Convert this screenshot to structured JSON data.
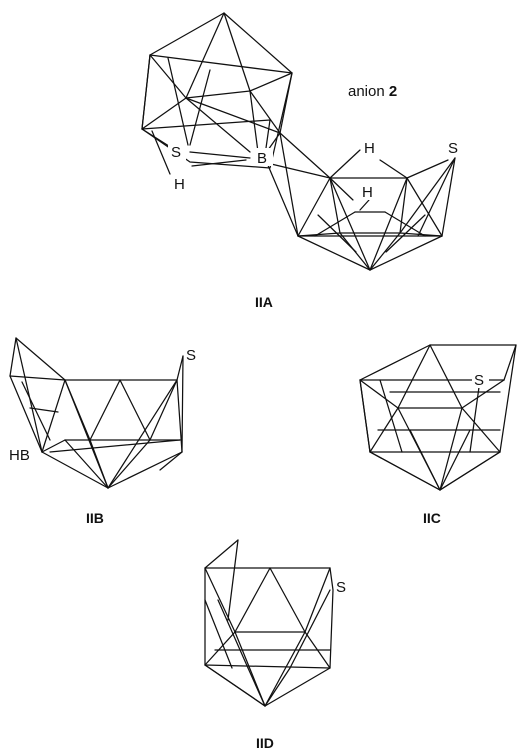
{
  "anion_label": {
    "prefix": "anion ",
    "number": "2"
  },
  "captions": {
    "iia": "IIA",
    "iib": "IIB",
    "iic": "IIC",
    "iid": "IID"
  },
  "atoms": {
    "iia_s1": "S",
    "iia_h1": "H",
    "iia_b": "B",
    "iia_h2": "H",
    "iia_s2": "S",
    "iia_h3": "H",
    "iib_s": "S",
    "iib_hb": "HB",
    "iic_s": "S",
    "iid_s": "S"
  }
}
